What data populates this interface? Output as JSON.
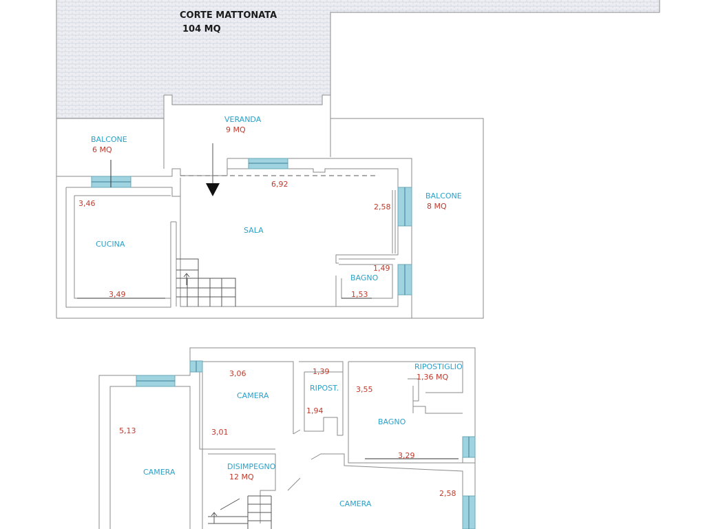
{
  "colors": {
    "wall": "#8a8a8a",
    "room_label": "#2aa0c8",
    "measure": "#c0392b",
    "window": "#9fd3e0",
    "paving": "#e9eaf0"
  },
  "upper_plan": {
    "courtyard": {
      "name": "CORTE MATTONATA",
      "area": "104 MQ"
    },
    "veranda": {
      "name": "VERANDA",
      "area": "9 MQ"
    },
    "balcone_left": {
      "name": "BALCONE",
      "area": "6 MQ"
    },
    "balcone_right": {
      "name": "BALCONE",
      "area": "8 MQ"
    },
    "sala": {
      "name": "SALA",
      "width": "6,92",
      "depth": "2,58"
    },
    "cucina": {
      "name": "CUCINA",
      "depth": "3,46",
      "width": "3,49"
    },
    "bagno": {
      "name": "BAGNO",
      "depth": "1,49",
      "width": "1,53"
    }
  },
  "lower_plan": {
    "camera_left": {
      "name": "CAMERA",
      "depth": "5,13"
    },
    "camera_top": {
      "name": "CAMERA",
      "width": "3,06",
      "depth": "3,01"
    },
    "ripost": {
      "name": "RIPOST.",
      "width": "1,39",
      "depth": "1,94"
    },
    "ripostiglio": {
      "name": "RIPOSTIGLIO",
      "area": "1,36 MQ"
    },
    "bagno": {
      "name": "BAGNO",
      "depth": "3,55",
      "width": "3,29"
    },
    "disimpegno": {
      "name": "DISIMPEGNO",
      "area": "12 MQ"
    },
    "camera_right": {
      "name": "CAMERA",
      "depth": "2,58"
    }
  }
}
